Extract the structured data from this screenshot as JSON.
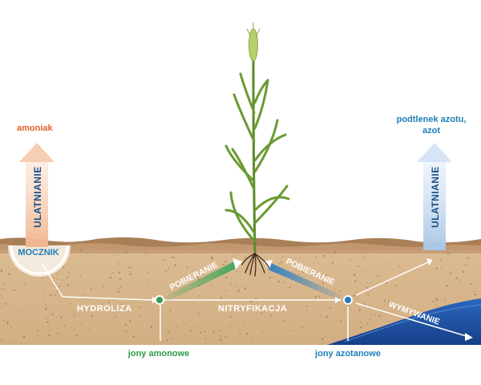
{
  "labels": {
    "amoniak": "amoniak",
    "nitrous": "podtlenek azotu,\nazot",
    "nitrous_line1": "podtlenek azotu,",
    "nitrous_line2": "azot",
    "ulatnianie_left": "ULATNIANIE",
    "ulatnianie_right": "ULATNIANIE",
    "mocznik": "MOCZNIK",
    "hydroliza": "HYDROLIZA",
    "nitryfikacja": "NITRYFIKACJA",
    "pobieranie_left": "POBIERANIE",
    "pobieranie_right": "POBIERANIE",
    "wymywanie": "WYMYWANIE",
    "jony_amonowe": "jony amonowe",
    "jony_azotanowe": "jony azotanowe"
  },
  "colors": {
    "amoniak": "#e0622a",
    "nitrous": "#1f7fb8",
    "jony_amonowe": "#2f9a4a",
    "jony_azotanowe": "#1f7fb8",
    "mocznik": "#1f7fb8",
    "soil": "#d9b88f",
    "soil_top": "#b08a63",
    "water": "#1e4fa3",
    "plant": "#5f8e2e"
  }
}
